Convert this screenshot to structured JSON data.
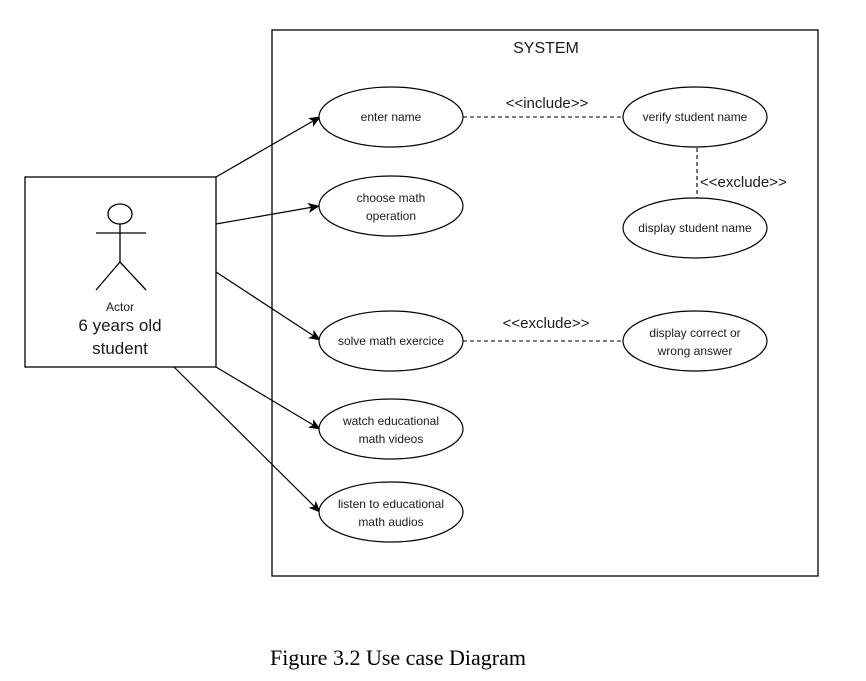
{
  "diagram": {
    "type": "uml-use-case",
    "system": {
      "label": "SYSTEM"
    },
    "actor": {
      "stereotype_label": "Actor",
      "name_lines": [
        "6 years old",
        "student"
      ]
    },
    "use_cases": [
      {
        "id": "enter_name",
        "lines": [
          "enter name"
        ]
      },
      {
        "id": "choose_op",
        "lines": [
          "choose math",
          "operation"
        ]
      },
      {
        "id": "solve",
        "lines": [
          "solve math exercice"
        ]
      },
      {
        "id": "videos",
        "lines": [
          "watch educational",
          "math videos"
        ]
      },
      {
        "id": "audios",
        "lines": [
          "listen to educational",
          "math audios"
        ]
      },
      {
        "id": "verify",
        "lines": [
          "verify student name"
        ]
      },
      {
        "id": "display_name",
        "lines": [
          "display student name"
        ]
      },
      {
        "id": "display_answer",
        "lines": [
          "display correct or",
          "wrong answer"
        ]
      }
    ],
    "associations": [
      {
        "from": "actor",
        "to": "enter_name"
      },
      {
        "from": "actor",
        "to": "choose_op"
      },
      {
        "from": "actor",
        "to": "solve"
      },
      {
        "from": "actor",
        "to": "videos"
      },
      {
        "from": "actor",
        "to": "audios"
      }
    ],
    "relations": [
      {
        "from": "enter_name",
        "to": "verify",
        "label": "<<include>>"
      },
      {
        "from": "verify",
        "to": "display_name",
        "label": "<<exclude>>"
      },
      {
        "from": "solve",
        "to": "display_answer",
        "label": "<<exclude>>"
      }
    ]
  },
  "caption": "Figure 3.2 Use case Diagram"
}
